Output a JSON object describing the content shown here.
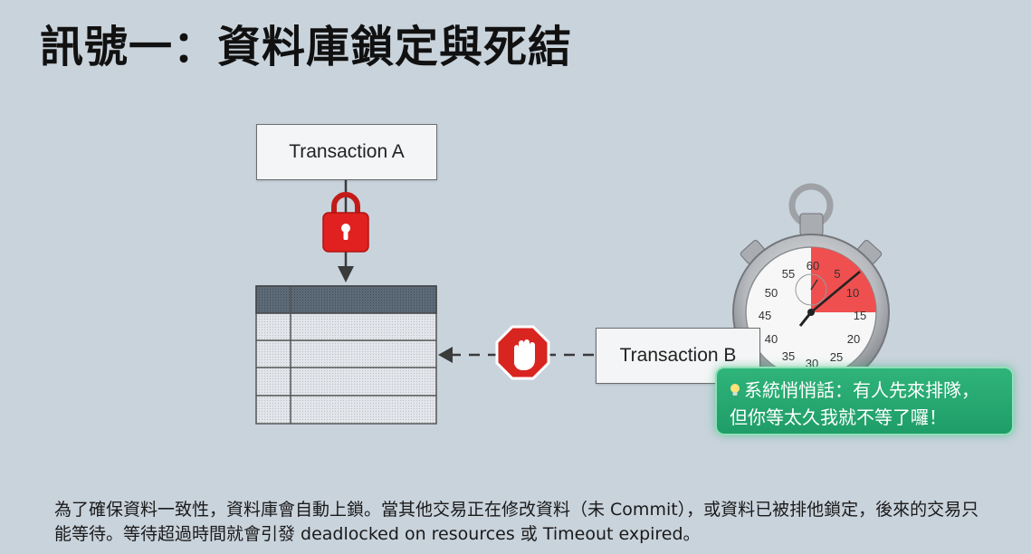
{
  "title": "訊號一：資料庫鎖定與死結",
  "diagram": {
    "transaction_a": "Transaction A",
    "transaction_b": "Transaction B",
    "lock_icon": "padlock-icon",
    "stop_icon": "stop-hand-icon",
    "stopwatch_icon": "stopwatch-icon",
    "table_rows": 4,
    "stopwatch_labels": [
      "60",
      "5",
      "10",
      "15",
      "20",
      "25",
      "30",
      "35",
      "40",
      "45",
      "50",
      "55"
    ],
    "colors": {
      "lock_red": "#e0211f",
      "stop_red": "#d8251f",
      "tip_green": "#25a36f",
      "table_header": "#5d6b79",
      "timer_red": "#ef4f4f"
    }
  },
  "tip": {
    "line1": "系統悄悄話：有人先來排隊，",
    "line2": "但你等太久我就不等了囉！"
  },
  "caption": "為了確保資料一致性，資料庫會自動上鎖。當其他交易正在修改資料（未 Commit），或資料已被排他鎖定，後來的交易只能等待。等待超過時間就會引發 deadlocked on resources 或 Timeout expired。"
}
